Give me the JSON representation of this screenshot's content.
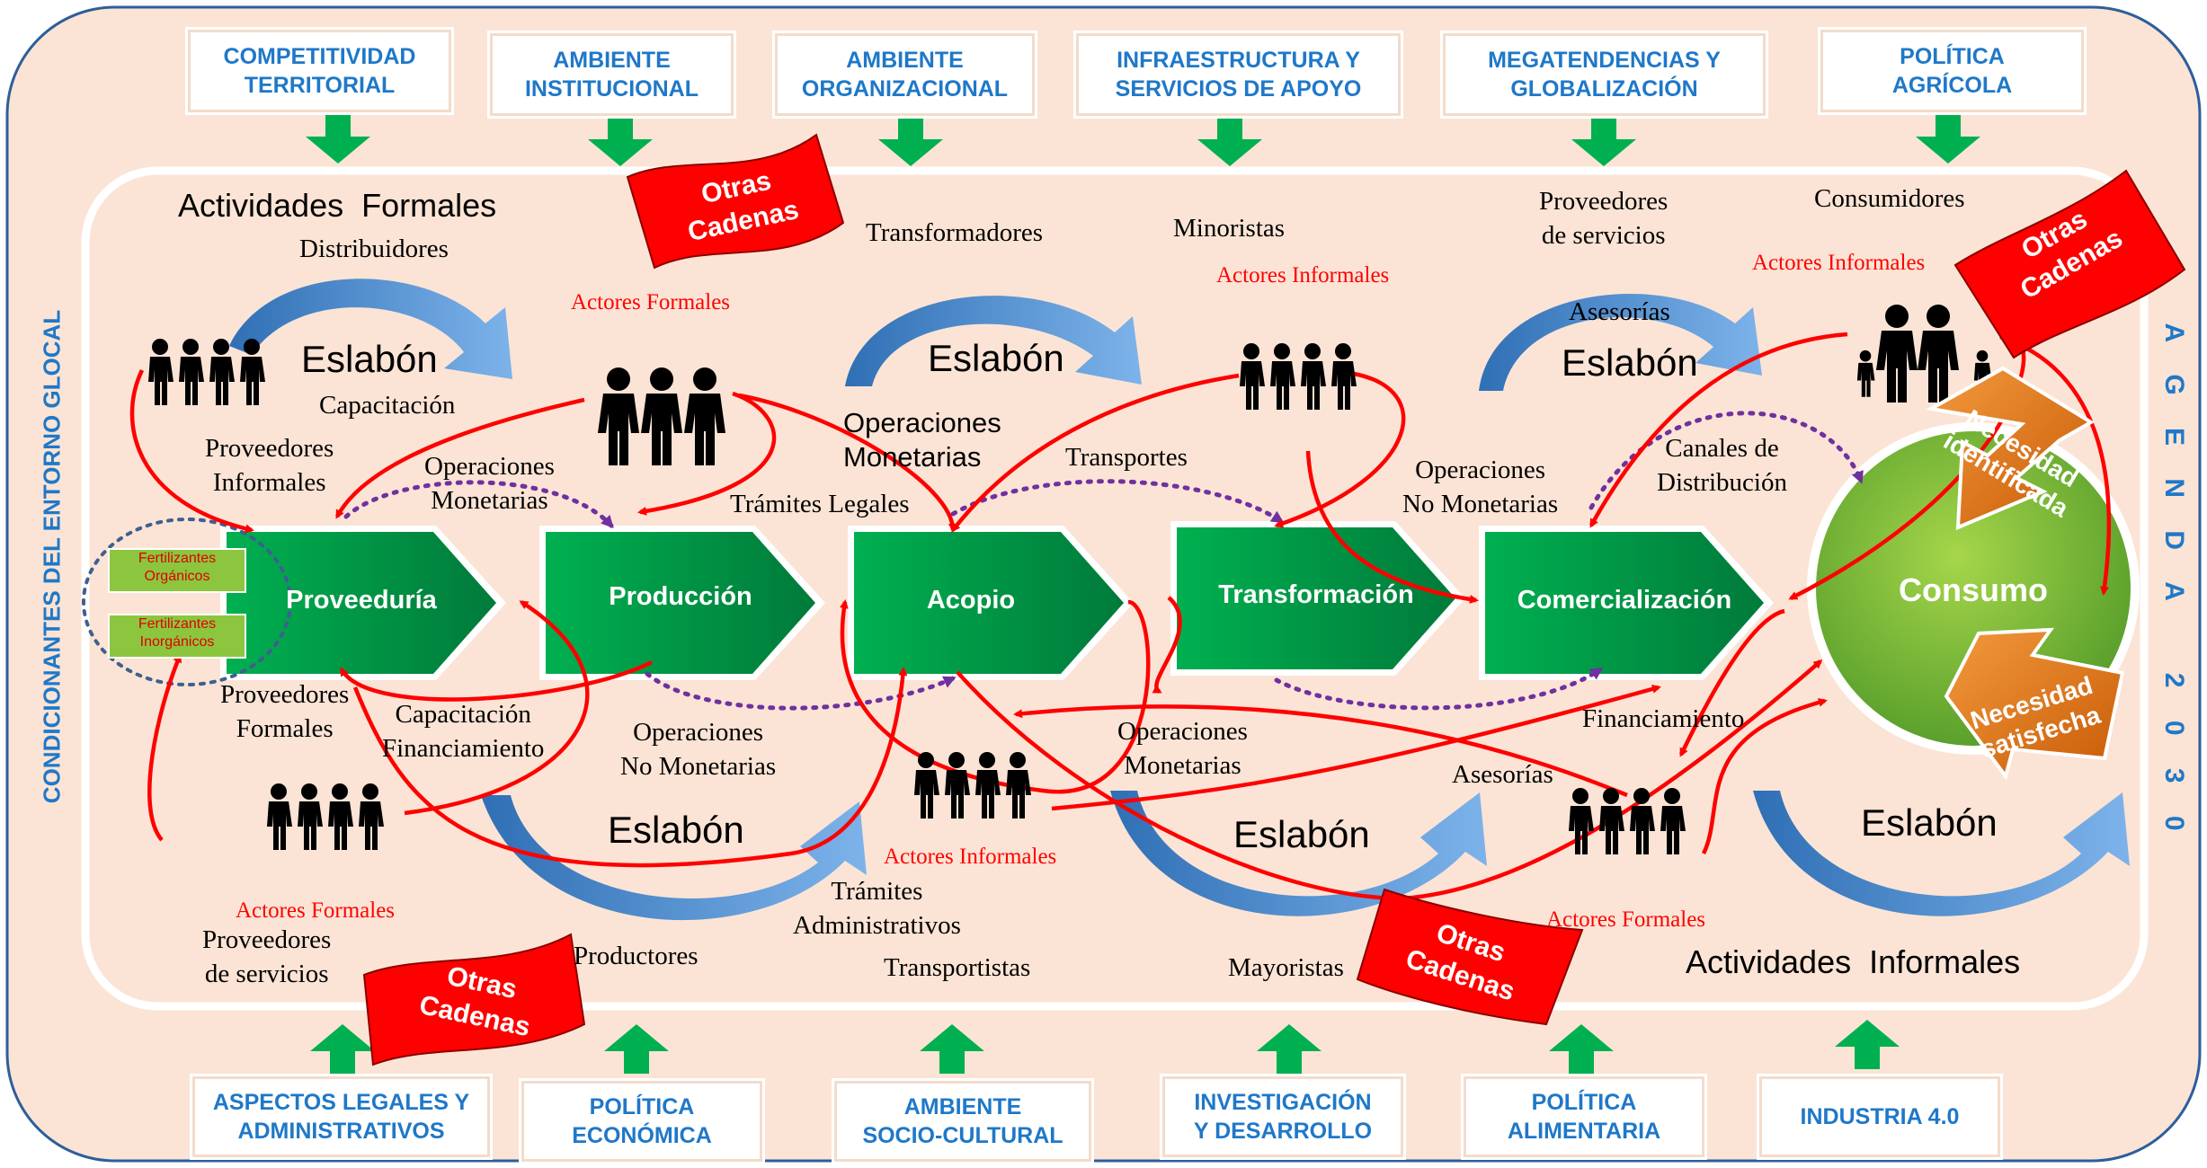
{
  "top_factors": [
    "COMPETITIVIDAD|TERRITORIAL",
    "AMBIENTE|INSTITUCIONAL",
    "AMBIENTE|ORGANIZACIONAL",
    "INFRAESTRUCTURA Y|SERVICIOS DE APOYO",
    "MEGATENDENCIAS Y|GLOBALIZACIÓN",
    "POLÍTICA|AGRÍCOLA"
  ],
  "bottom_factors": [
    "ASPECTOS LEGALES Y|ADMINISTRATIVOS",
    "POLÍTICA|ECONÓMICA",
    "AMBIENTE|SOCIO-CULTURAL",
    "INVESTIGACIÓN|Y DESARROLLO",
    "POLÍTICA|ALIMENTARIA",
    "INDUSTRIA 4.0"
  ],
  "left_side_label": "CONDICIONANTES DEL ENTORNO GLOCAL",
  "right_side_label": "A G E N D A   2 0 3 0",
  "stages": [
    "Proveeduría",
    "Producción",
    "Acopio",
    "Transformación",
    "Comercialización"
  ],
  "consumo": "Consumo",
  "fertilizers": [
    "Fertilizantes|Orgánicos",
    "Fertilizantes|Inorgánicos"
  ],
  "flags": [
    "Otras|Cadenas",
    "Otras|Cadenas",
    "Otras|Cadenas",
    "Otras|Cadenas"
  ],
  "needs": {
    "identified": "Necesidad|identificada",
    "satisfied": "Necesidad|satisfecha"
  },
  "headings": {
    "formal": "Actividades  Formales",
    "informal": "Actividades  Informales"
  },
  "eslabon": "Eslabón",
  "actors": {
    "formal": "Actores Formales",
    "informal": "Actores Informales"
  },
  "labels": {
    "distribuidores": "Distribuidores",
    "capacitacion": "Capacitación",
    "proveedores_informales": "Proveedores|Informales",
    "operaciones_monetarias": "Operaciones|Monetarias",
    "transformadores": "Transformadores",
    "minoristas": "Minoristas",
    "operaciones_monetarias_sans": "Operaciones|Monetarias",
    "tramites_legales": "Trámites Legales",
    "transportes": "Transportes",
    "proveedores_servicios_top": "Proveedores|de servicios",
    "consumidores": "Consumidores",
    "asesorias_top": "Asesorías",
    "operaciones_no_monetarias_top": "Operaciones|No Monetarias",
    "canales": "Canales de|Distribución",
    "proveedores_formales": "Proveedores|Formales",
    "capacitacion_financiamiento": "Capacitación|Financiamiento",
    "operaciones_no_monetarias_bottom": "Operaciones|No Monetarias",
    "operaciones_monetarias_bottom": "Operaciones|Monetarias",
    "financiamiento": "Financiamiento",
    "asesorias_bottom": "Asesorías",
    "proveedores_servicios_bottom": "Proveedores|de servicios",
    "productores": "Productores",
    "tramites_admin": "Trámites|Administrativos",
    "transportistas": "Transportistas",
    "mayoristas": "Mayoristas"
  },
  "colors": {
    "background": "#fbe4d5",
    "factor_text": "#1f78c8",
    "arrow_green": "#00b050",
    "stage_green": "#00a650",
    "flag_red": "#ff0000",
    "flow_red": "#ff0000",
    "dotted_purple": "#7030a0",
    "curve_blue": "#4a8fd4",
    "need_orange": "#e36c09"
  }
}
